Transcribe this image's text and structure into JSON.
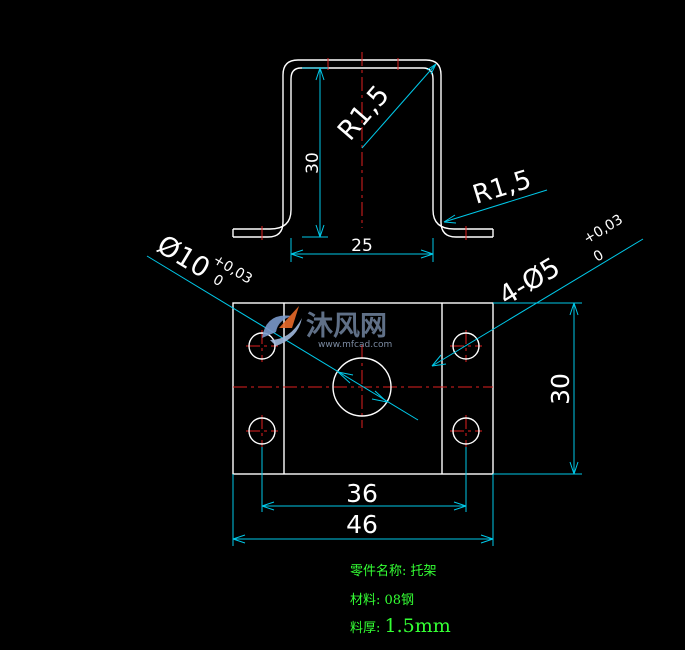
{
  "dimensions": {
    "top_height": "30",
    "top_width": "25",
    "top_radius_inner": "R1,5",
    "top_radius_outer": "R1,5",
    "big_hole": "Ø10",
    "big_hole_tol_upper": "+0,03",
    "big_hole_tol_lower": "0",
    "small_holes": "4-Ø5",
    "small_holes_tol_upper": "+0,03",
    "small_holes_tol_lower": "0",
    "plate_height": "30",
    "hole_spacing": "36",
    "plate_width": "46"
  },
  "notes": {
    "part_name": "零件名称: 托架",
    "material": "材料: 08钢",
    "thickness_label": "料厚: ",
    "thickness_value": "1.5mm"
  },
  "watermark": {
    "brand": "沐风网",
    "url": "www.mfcad.com"
  },
  "colors": {
    "background": "#000000",
    "outline": "#ffffff",
    "dimension": "#00c8e8",
    "centerline": "#e02020",
    "note": "#34ff34"
  }
}
